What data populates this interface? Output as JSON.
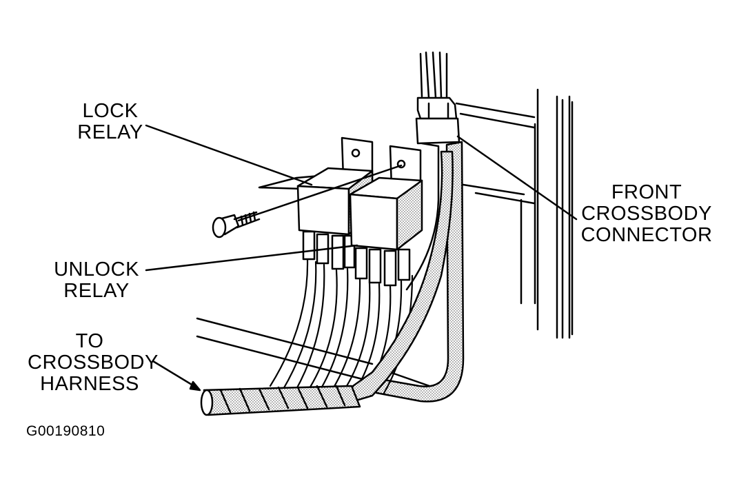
{
  "labels": {
    "lock_relay": [
      "LOCK",
      "RELAY"
    ],
    "unlock_relay": [
      "UNLOCK",
      "RELAY"
    ],
    "to_crossbody_harness": [
      "TO",
      "CROSSBODY",
      "HARNESS"
    ],
    "front_crossbody_connector": [
      "FRONT",
      "CROSSBODY",
      "CONNECTOR"
    ]
  },
  "figure_id": "G00190810",
  "colors": {
    "ink": "#000000",
    "paper": "#ffffff"
  }
}
